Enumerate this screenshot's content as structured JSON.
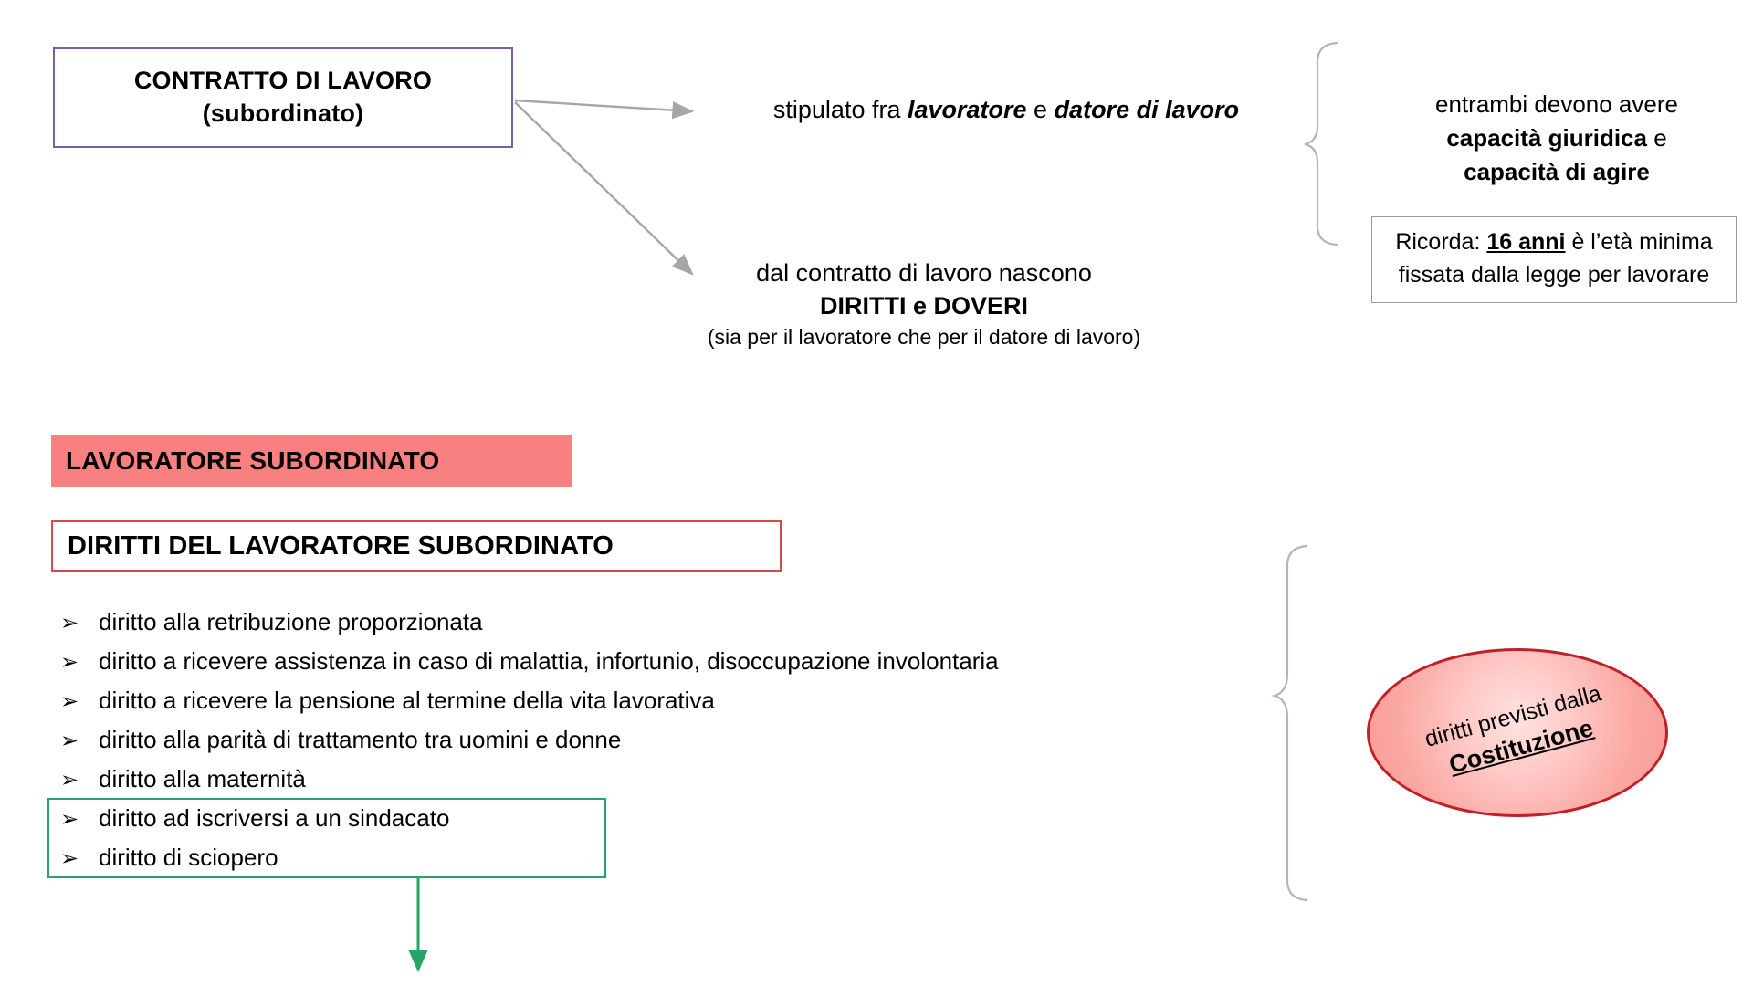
{
  "contract_box": {
    "line1": "CONTRATTO DI LAVORO",
    "line2": "(subordinato)",
    "border_color": "#7B5EA7"
  },
  "branch_stipulato": {
    "prefix": "stipulato fra ",
    "party1": "lavoratore",
    "conjunction": " e ",
    "party2": "datore di lavoro"
  },
  "branch_diritti_doveri": {
    "line1": "dal contratto di lavoro nascono",
    "line2": "DIRITTI e DOVERI",
    "note": "(sia per il lavoratore che per il datore di lavoro)"
  },
  "capacity_note": {
    "line1": "entrambi devono avere",
    "bold1": "capacità giuridica",
    "mid": " e",
    "bold2": "capacità di agire"
  },
  "ricorda_box": {
    "prefix": "Ricorda: ",
    "highlight": "16 anni",
    "suffix": " è l’età minima fissata dalla legge per lavorare",
    "border_color": "#9a9a9a"
  },
  "worker_banner": {
    "label": "LAVORATORE SUBORDINATO",
    "background": "#F98080"
  },
  "rights_heading": {
    "label": "DIRITTI DEL LAVORATORE SUBORDINATO",
    "border_color": "#D24A4A"
  },
  "rights_list": {
    "bullet_glyph": "➢",
    "items": [
      "diritto alla retribuzione proporzionata",
      "diritto a ricevere assistenza in caso di malattia, infortunio, disoccupazione involontaria",
      "diritto a ricevere la pensione al termine della vita lavorativa",
      "diritto alla parità di trattamento tra uomini e donne",
      "diritto alla maternità",
      "diritto ad iscriversi a un sindacato",
      "diritto di sciopero"
    ]
  },
  "union_group_box": {
    "border_color": "#27A567"
  },
  "constitution_ellipse": {
    "line1": "diritti previsti dalla",
    "line2": "Costituzione",
    "border_color": "#C02028",
    "fill_color": "#FBA7A2"
  },
  "connectors": {
    "arrow_color": "#A6A6A6",
    "green_arrow_color": "#27A567",
    "brace_color": "#B5B5B5"
  }
}
